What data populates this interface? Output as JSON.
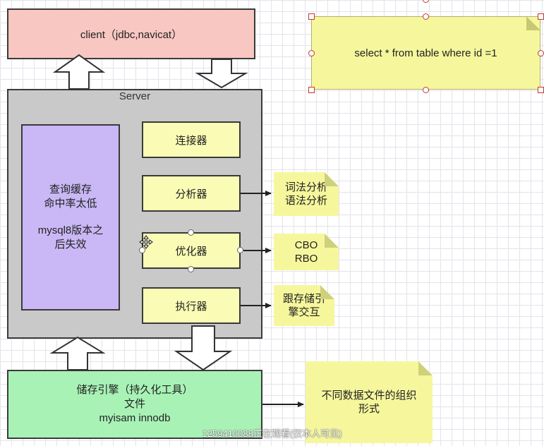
{
  "client": {
    "label": "client（jdbc,navicat）"
  },
  "server": {
    "title": "Server",
    "cache": {
      "line1": "查询缓存",
      "line2": "命中率太低",
      "line3": "mysql8版本之",
      "line4": "后失效"
    },
    "components": {
      "connector": "连接器",
      "analyzer": "分析器",
      "optimizer": "优化器",
      "executor": "执行器"
    }
  },
  "notes": {
    "analyzer_line1": "词法分析",
    "analyzer_line2": "语法分析",
    "optimizer_line1": "CBO",
    "optimizer_line2": "RBO",
    "executor_line1": "跟存储引",
    "executor_line2": "擎交互",
    "engine_line1": "不同数据文件的组织",
    "engine_line2": "形式"
  },
  "storage_engine": {
    "line1": "储存引擎（持久化工具）",
    "line2": "文件",
    "line3": "myisam  innodb"
  },
  "sql_note": {
    "text": "select * from table where id =1"
  },
  "watermark": {
    "text": "1259410088正在观看(仅本人可见)"
  },
  "colors": {
    "client": "#f8c7c2",
    "server": "#c9c9c9",
    "cache": "#c9b8f5",
    "component": "#fafcb5",
    "engine": "#a8f2b6",
    "note": "#f6f79c"
  }
}
